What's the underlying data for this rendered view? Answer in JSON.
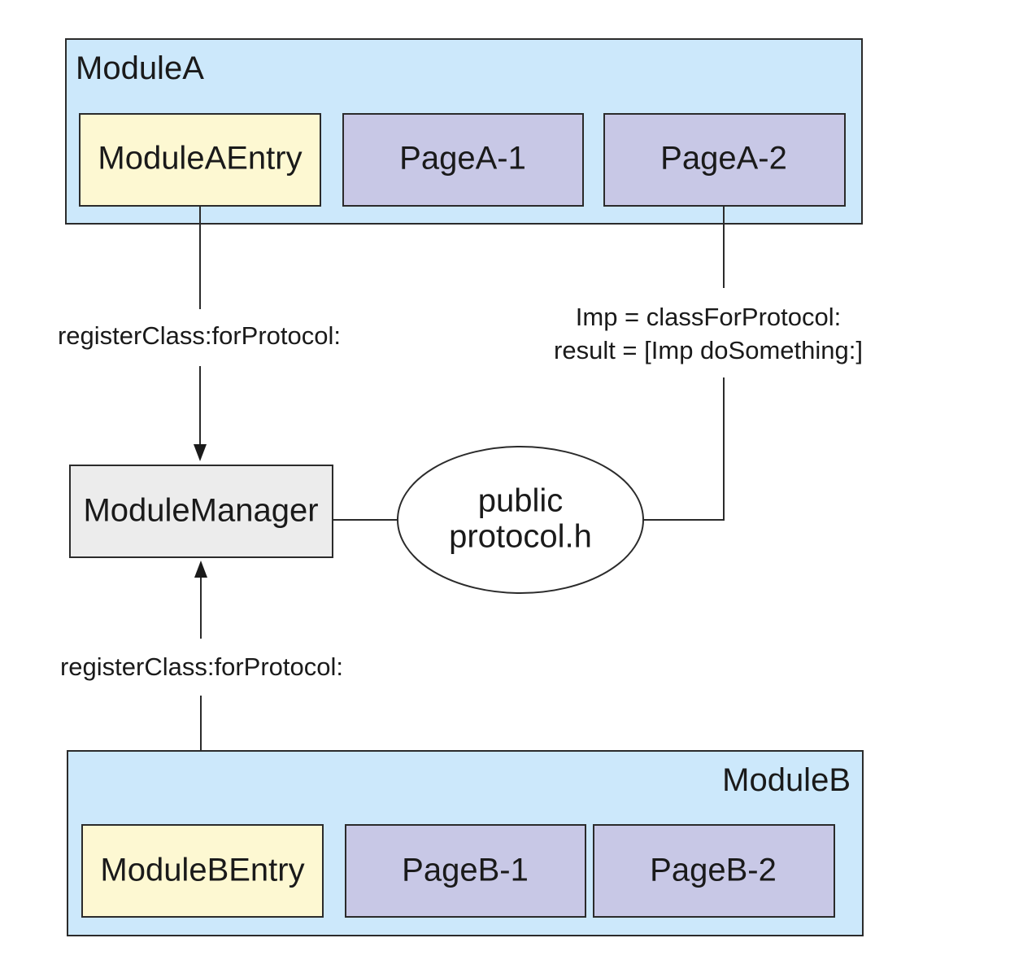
{
  "module_a": {
    "title": "ModuleA",
    "entry": "ModuleAEntry",
    "page_1": "PageA-1",
    "page_2": "PageA-2"
  },
  "module_b": {
    "title": "ModuleB",
    "entry": "ModuleBEntry",
    "page_1": "PageB-1",
    "page_2": "PageB-2"
  },
  "manager": {
    "label": "ModuleManager"
  },
  "protocol": {
    "line_1": "public",
    "line_2": "protocol.h"
  },
  "edges": {
    "register_a": "registerClass:forProtocol:",
    "register_b": "registerClass:forProtocol:",
    "lookup_line_1": "Imp = classForProtocol:",
    "lookup_line_2": "result = [Imp doSomething:]"
  }
}
